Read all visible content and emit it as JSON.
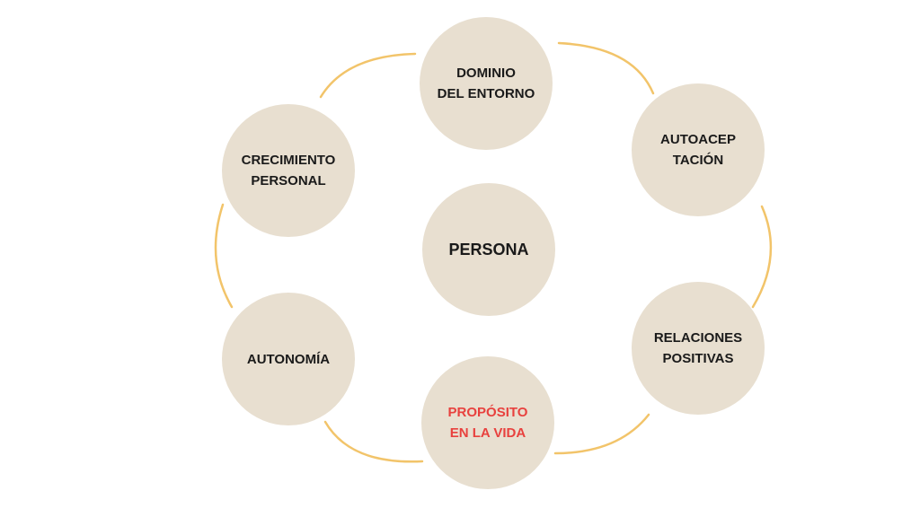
{
  "center": {
    "label": "PERSONA"
  },
  "nodes": [
    {
      "id": "dominio",
      "label": "DOMINIO\nDEL ENTORNO"
    },
    {
      "id": "autoaceptacion",
      "label": "AUTOACEP\nTACIÓN"
    },
    {
      "id": "relaciones",
      "label": "RELACIONES\nPOSITIVAS"
    },
    {
      "id": "proposito",
      "label": "PROPÓSITO\nEN LA VIDA"
    },
    {
      "id": "autonomia",
      "label": "AUTONOMÍA"
    },
    {
      "id": "crecimiento",
      "label": "CRECIMIENTO\nPERSONAL"
    }
  ],
  "colors": {
    "circle": "#e8dfd0",
    "arc": "#f2c46a",
    "accent_text": "#e8413e"
  }
}
